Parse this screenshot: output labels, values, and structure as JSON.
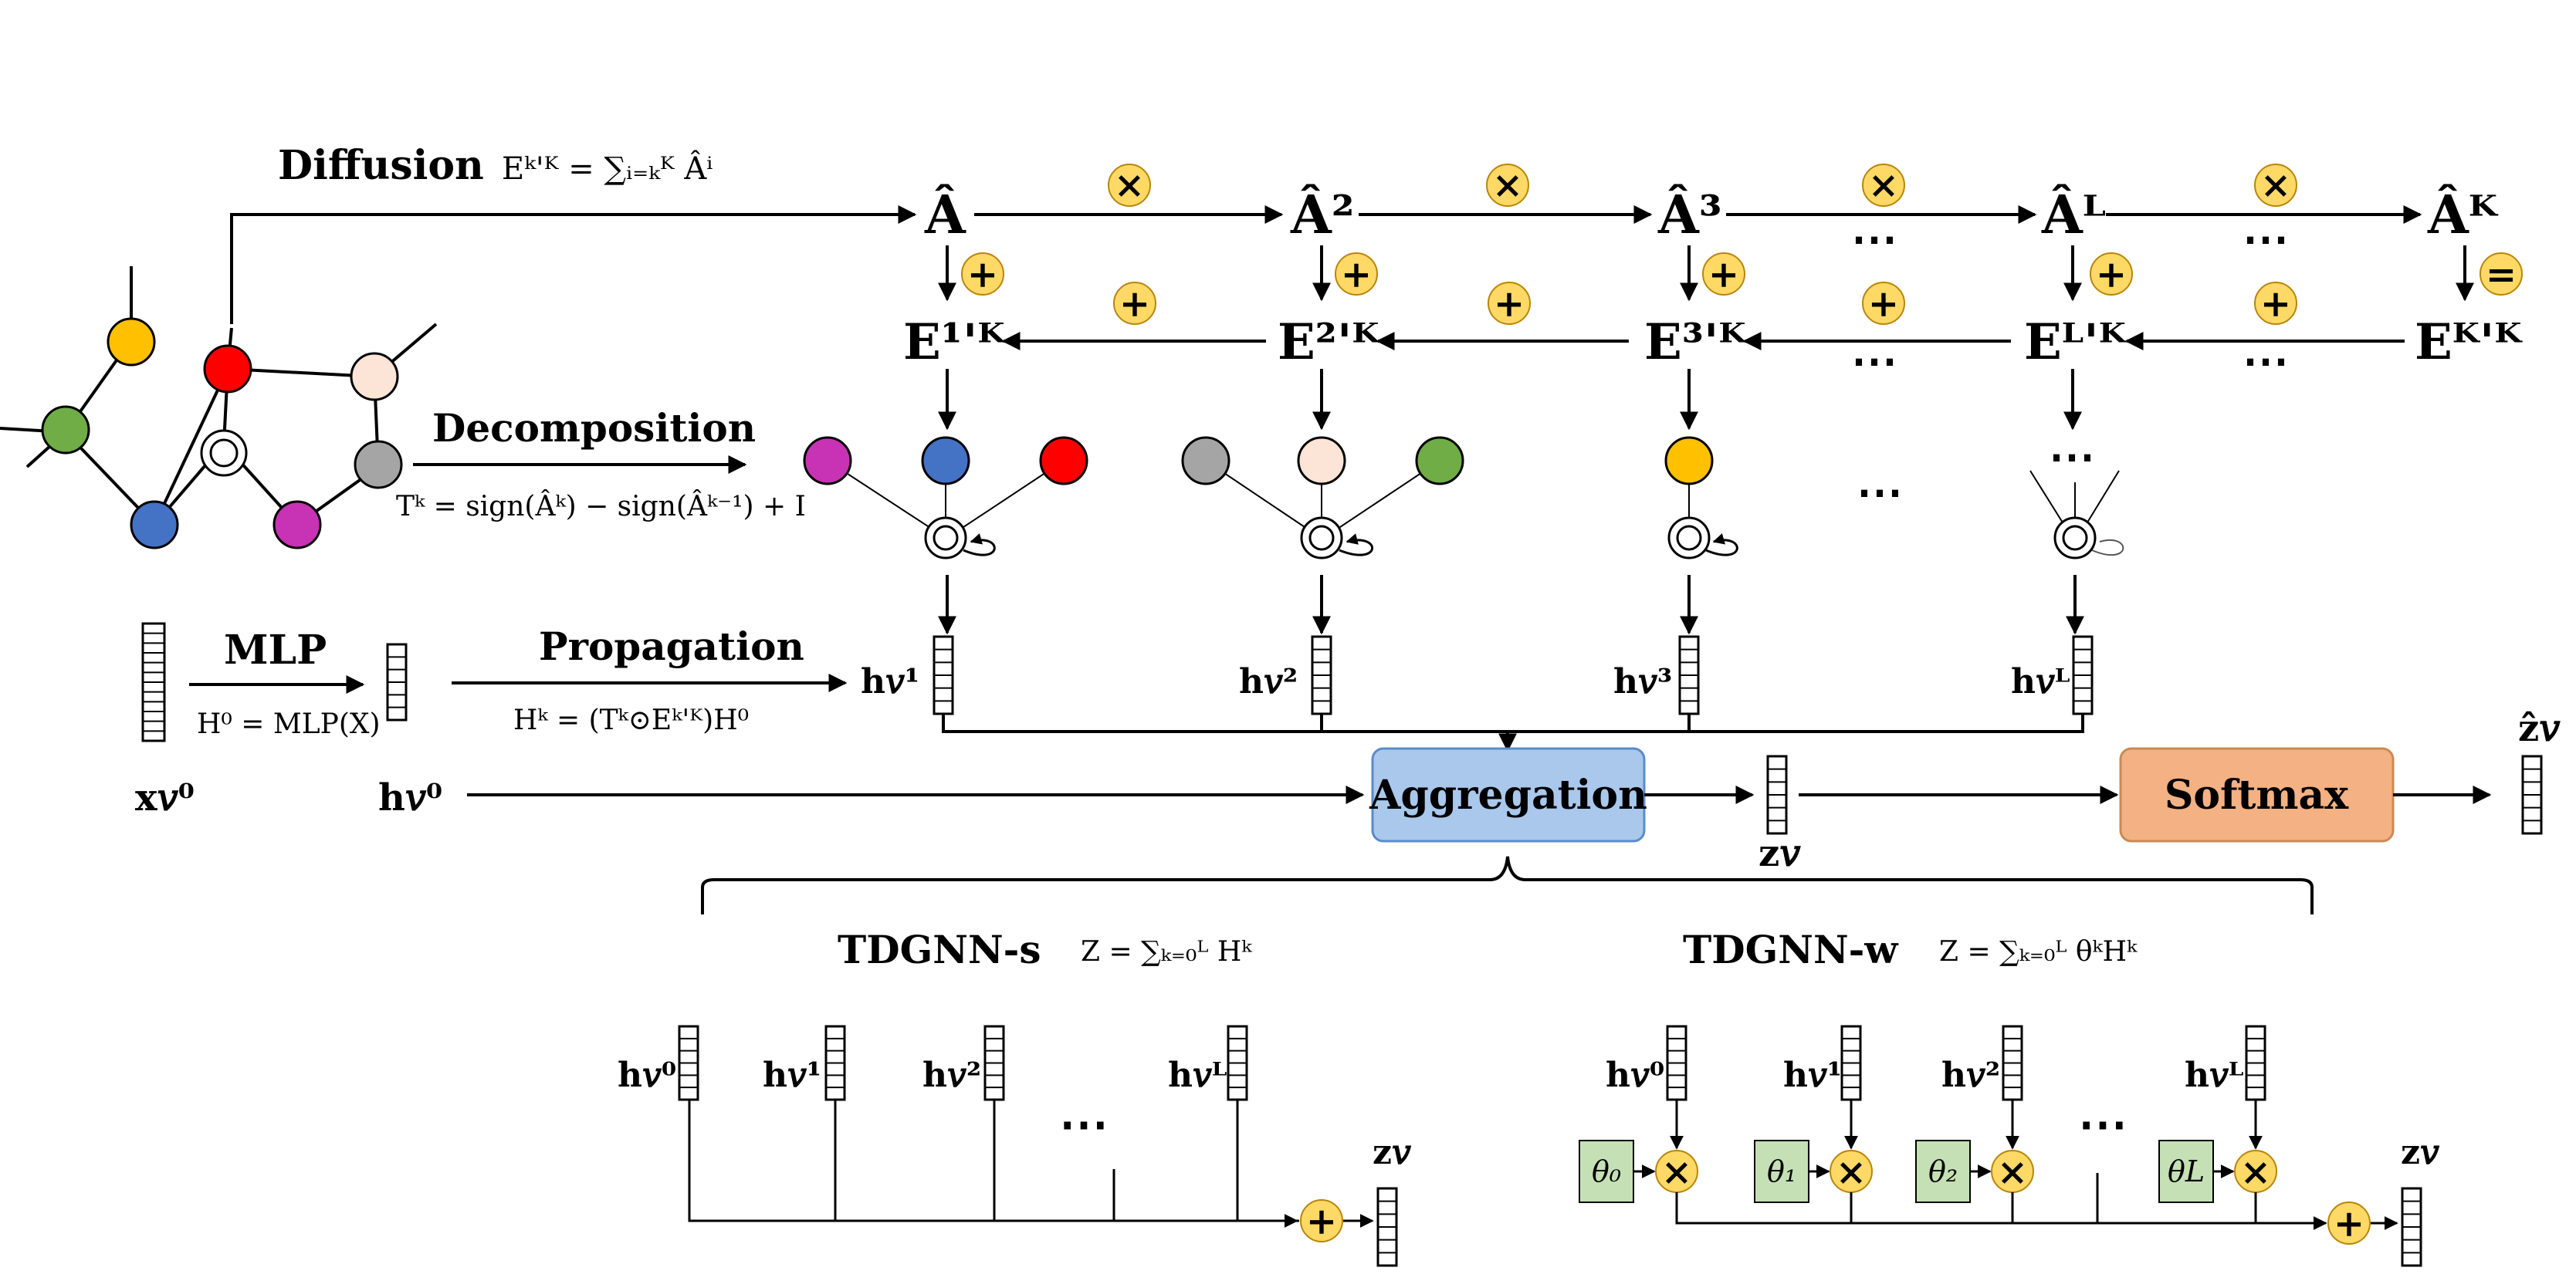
{
  "labels": {
    "diffusion": "Diffusion",
    "diffusion_formula": "Eᵏ'ᴷ = ∑ᵢ₌ₖᴷ Âⁱ",
    "decomposition": "Decomposition",
    "decomposition_formula": "Tᵏ = sign(Âᵏ) − sign(Âᵏ⁻¹) + I",
    "mlp": "MLP",
    "mlp_formula": "H⁰ = MLP(X)",
    "propagation": "Propagation",
    "propagation_formula": "Hᵏ = (Tᵏ⊙Eᵏ'ᴷ)H⁰",
    "aggregation": "Aggregation",
    "softmax": "Softmax",
    "tdgnn_s": "TDGNN-s",
    "tdgnn_s_formula": "Z = ∑ₖ₌₀ᴸ Hᵏ",
    "tdgnn_w": "TDGNN-w",
    "tdgnn_w_formula": "Z = ∑ₖ₌₀ᴸ θᵏHᵏ",
    "x_v0": "x𝑣⁰",
    "h_v0": "h𝑣⁰",
    "h_v1": "h𝑣¹",
    "h_v2": "h𝑣²",
    "h_v3": "h𝑣³",
    "h_vL": "h𝑣ᴸ",
    "z_v": "z𝑣",
    "zhat_v": "ẑ𝑣",
    "ellipsis": "⋯",
    "vdots": "⋯"
  },
  "powers": [
    "Â",
    "Â²",
    "Â³",
    "Âᴸ",
    "Âᴷ"
  ],
  "e_terms": [
    "E¹'ᴷ",
    "E²'ᴷ",
    "E³'ᴷ",
    "Eᴸ'ᴷ",
    "Eᴷ'ᴷ"
  ],
  "thetas": [
    "θ₀",
    "θ₁",
    "θ₂",
    "θL"
  ],
  "operators": {
    "times": "×",
    "plus": "+",
    "equals": "="
  },
  "colors": {
    "yellow_op": "#FFD966",
    "aggregation_fill": "#A9C8EB",
    "softmax_fill": "#F4B183",
    "theta_fill": "#C5E0B4",
    "node_gold": "#FFC000",
    "node_green": "#70AD47",
    "node_red": "#FF0000",
    "node_peach": "#FCE4D6",
    "node_gray": "#A5A5A5",
    "node_blue": "#4472C4",
    "node_magenta": "#C832B4"
  }
}
